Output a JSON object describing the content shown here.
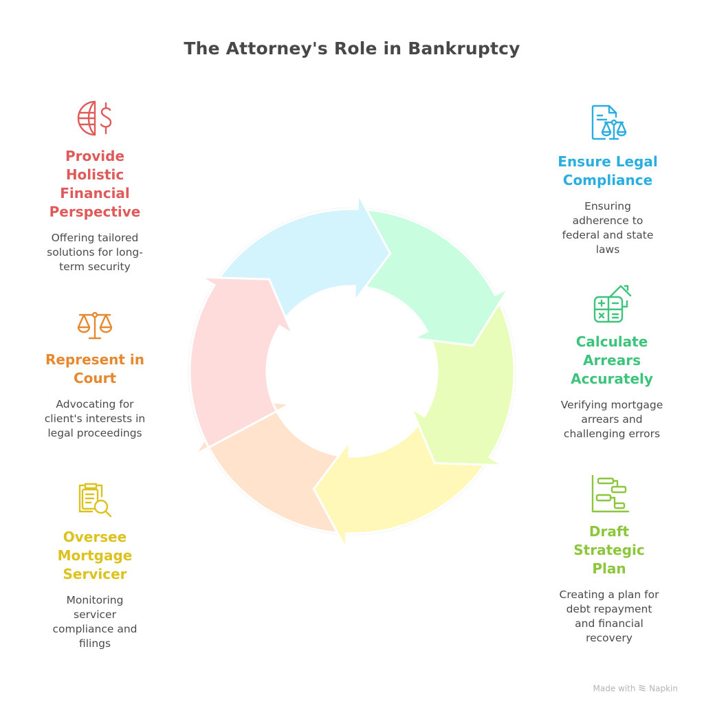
{
  "title": "The Attorney's Role in Bankruptcy",
  "cycle": {
    "arrows": [
      {
        "name": "pink",
        "color": "#ffdcdc"
      },
      {
        "name": "blue",
        "color": "#d3f3fd"
      },
      {
        "name": "mint",
        "color": "#c9fde0"
      },
      {
        "name": "lime",
        "color": "#e8fdb9"
      },
      {
        "name": "yellow",
        "color": "#fff8b8"
      },
      {
        "name": "peach",
        "color": "#ffe3cc"
      }
    ]
  },
  "items": [
    {
      "id": "holistic",
      "icon": "globe-dollar-icon",
      "color": "#e05a5a",
      "heading": [
        "Provide",
        "Holistic",
        "Financial",
        "Perspective"
      ],
      "desc": [
        "Offering tailored",
        "solutions for long-",
        "term security"
      ]
    },
    {
      "id": "court",
      "icon": "scales-icon",
      "color": "#e8882e",
      "heading": [
        "Represent in",
        "Court"
      ],
      "desc": [
        "Advocating for",
        "client's interests in",
        "legal proceedings"
      ]
    },
    {
      "id": "servicer",
      "icon": "clipboard-search-icon",
      "color": "#dcc21c",
      "heading": [
        "Oversee",
        "Mortgage",
        "Servicer"
      ],
      "desc": [
        "Monitoring",
        "servicer",
        "compliance and",
        "filings"
      ]
    },
    {
      "id": "compliance",
      "icon": "document-scales-icon",
      "color": "#2aaee0",
      "heading": [
        "Ensure Legal",
        "Compliance"
      ],
      "desc": [
        "Ensuring",
        "adherence to",
        "federal and state",
        "laws"
      ]
    },
    {
      "id": "arrears",
      "icon": "calculator-house-icon",
      "color": "#3cc47c",
      "heading": [
        "Calculate",
        "Arrears",
        "Accurately"
      ],
      "desc": [
        "Verifying mortgage",
        "arrears and",
        "challenging errors"
      ]
    },
    {
      "id": "plan",
      "icon": "gantt-chart-icon",
      "color": "#8cc63a",
      "heading": [
        "Draft",
        "Strategic",
        "Plan"
      ],
      "desc": [
        "Creating a plan for",
        "debt repayment",
        "and financial",
        "recovery"
      ]
    }
  ],
  "footer": {
    "made_with": "Made with",
    "brand": "Napkin"
  }
}
